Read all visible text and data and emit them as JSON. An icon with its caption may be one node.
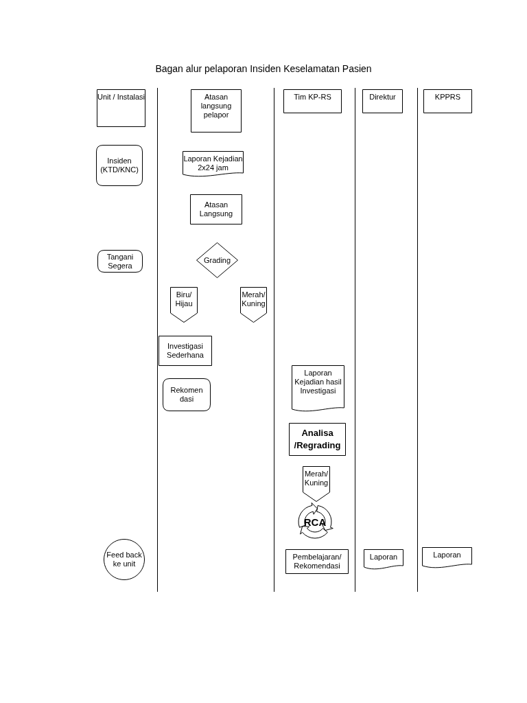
{
  "diagram": {
    "title": "Bagan alur pelaporan Insiden Keselamatan Pasien",
    "nodes": [
      {
        "text": [
          "Unit / Instalasi"
        ]
      },
      {
        "text": [
          "Atasan langsung pelapor"
        ]
      },
      {
        "text": [
          "Tim  KP-RS"
        ]
      },
      {
        "text": [
          "Direktur"
        ]
      },
      {
        "text": [
          "KPPRS"
        ]
      },
      {
        "text": [
          "Insiden (KTD/KNC)"
        ]
      },
      {
        "text": [
          "Laporan Kejadian 2x24 jam"
        ]
      },
      {
        "text": [
          "Atasan Langsung"
        ]
      },
      {
        "text": [
          "Tangani Segera"
        ]
      },
      {
        "text": [
          "Grading"
        ]
      },
      {
        "text": [
          "Biru/ Hijau"
        ]
      },
      {
        "text": [
          "Merah/ Kuning"
        ]
      },
      {
        "text": [
          "Investigasi Sederhana"
        ]
      },
      {
        "text": [
          "Rekomen dasi"
        ]
      },
      {
        "text": [
          "Laporan Kejadian hasil Investigasi"
        ]
      },
      {
        "text": [
          "Analisa /Regrading"
        ]
      },
      {
        "text": [
          "Merah/ Kuning"
        ]
      },
      {
        "text": [
          "RCA"
        ]
      },
      {
        "text": [
          "Feed back ke unit"
        ]
      },
      {
        "text": [
          "Pembelajaran/ Rekomendasi"
        ]
      },
      {
        "text": [
          "Laporan"
        ]
      },
      {
        "text": [
          "Laporan"
        ]
      }
    ],
    "edges": []
  }
}
